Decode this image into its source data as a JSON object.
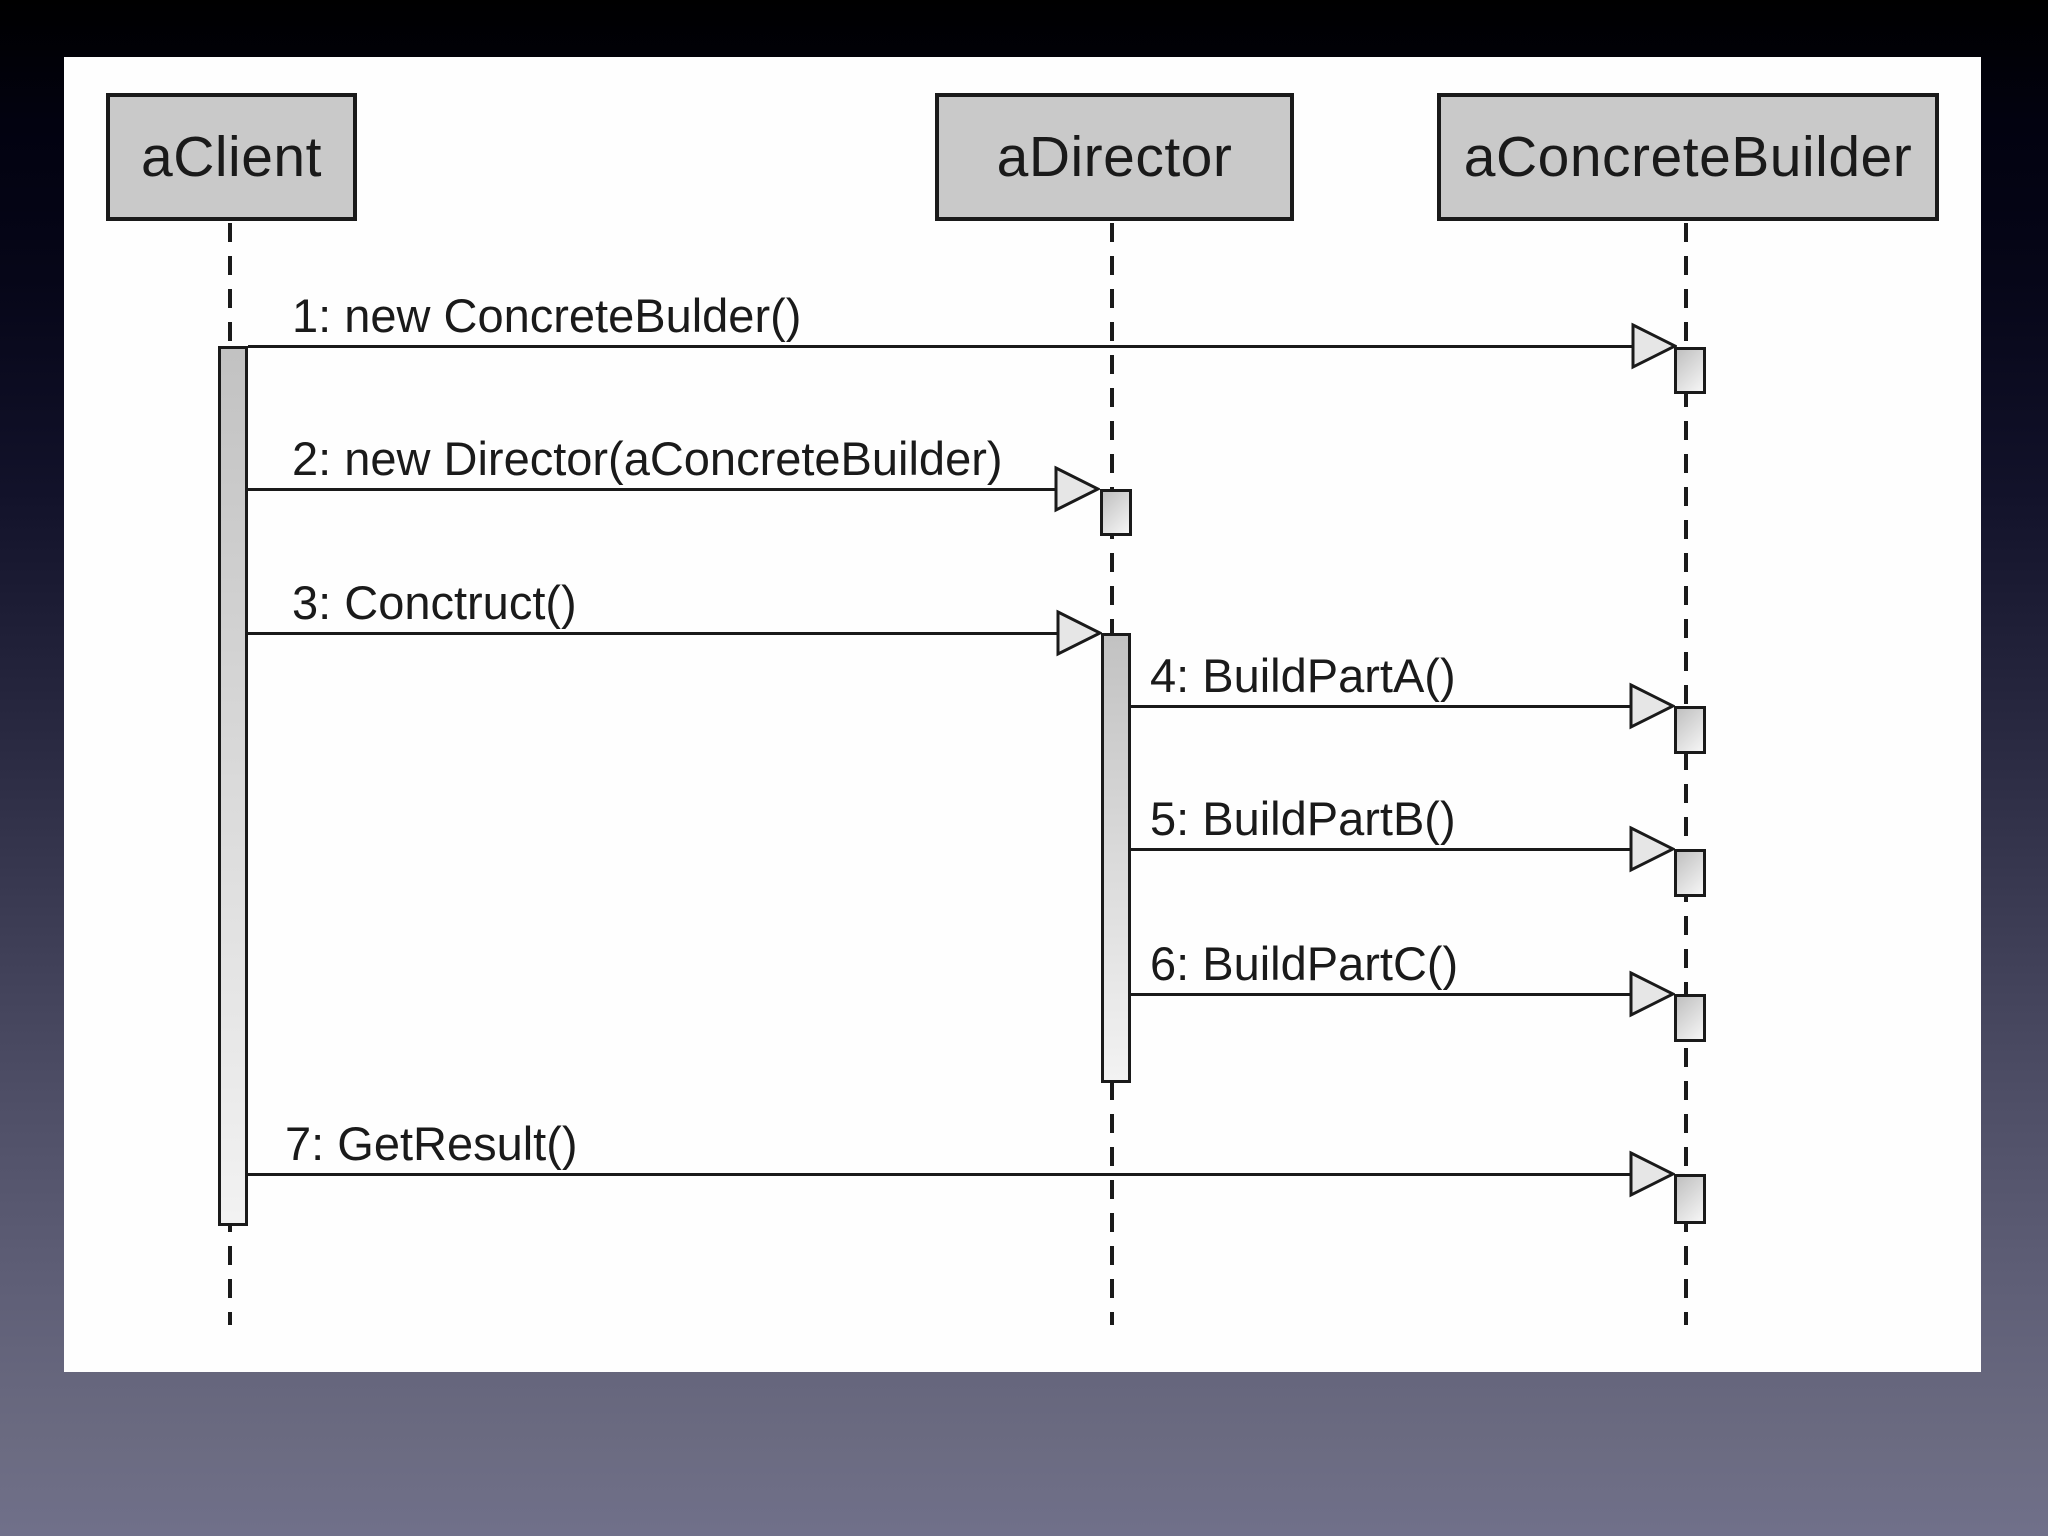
{
  "diagram": {
    "type": "uml-sequence-diagram",
    "participants": [
      {
        "name": "aClient"
      },
      {
        "name": "aDirector"
      },
      {
        "name": "aConcreteBuilder"
      }
    ],
    "messages": [
      {
        "seq": 1,
        "text": "1: new ConcreteBulder()",
        "from": "aClient",
        "to": "aConcreteBuilder"
      },
      {
        "seq": 2,
        "text": "2: new Director(aConcreteBuilder)",
        "from": "aClient",
        "to": "aDirector"
      },
      {
        "seq": 3,
        "text": "3: Conctruct()",
        "from": "aClient",
        "to": "aDirector"
      },
      {
        "seq": 4,
        "text": "4: BuildPartA()",
        "from": "aDirector",
        "to": "aConcreteBuilder"
      },
      {
        "seq": 5,
        "text": "5: BuildPartB()",
        "from": "aDirector",
        "to": "aConcreteBuilder"
      },
      {
        "seq": 6,
        "text": "6: BuildPartC()",
        "from": "aDirector",
        "to": "aConcreteBuilder"
      },
      {
        "seq": 7,
        "text": "7: GetResult()",
        "from": "aClient",
        "to": "aConcreteBuilder"
      }
    ],
    "colors": {
      "panel": "#fefefe",
      "box_fill": "#c9c9c9",
      "line": "#1a1a1a",
      "activation_fill": "#e0e0e0",
      "arrowhead_fill": "#e6e6e6",
      "background_top": "#000000",
      "background_bottom": "#70708a"
    },
    "icons": [
      {
        "name": "open-triangle-arrowhead",
        "meaning": "message direction arrow"
      }
    ]
  }
}
